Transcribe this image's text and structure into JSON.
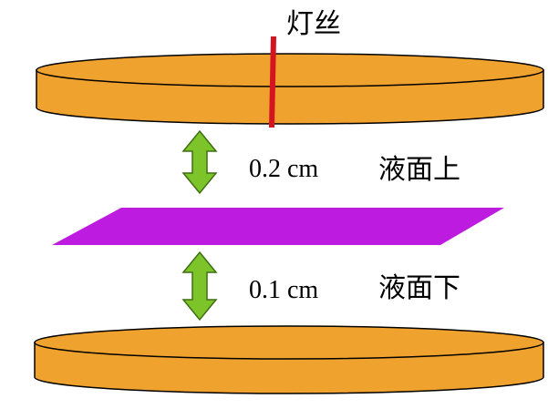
{
  "colors": {
    "disk_fill": "#F0A22E",
    "disk_stroke": "#000000",
    "filament": "#D4141F",
    "liquid_surface": "#BE1BE0",
    "arrow_fill": "#7DC42A",
    "arrow_stroke": "#3E6E12"
  },
  "icons": {
    "arrow": "double-headed-vertical-arrow"
  },
  "labels": {
    "filament": "灯丝",
    "gap_upper_value": "0.2 cm",
    "gap_upper_name": "液面上",
    "gap_lower_value": "0.1 cm",
    "gap_lower_name": "液面下"
  }
}
